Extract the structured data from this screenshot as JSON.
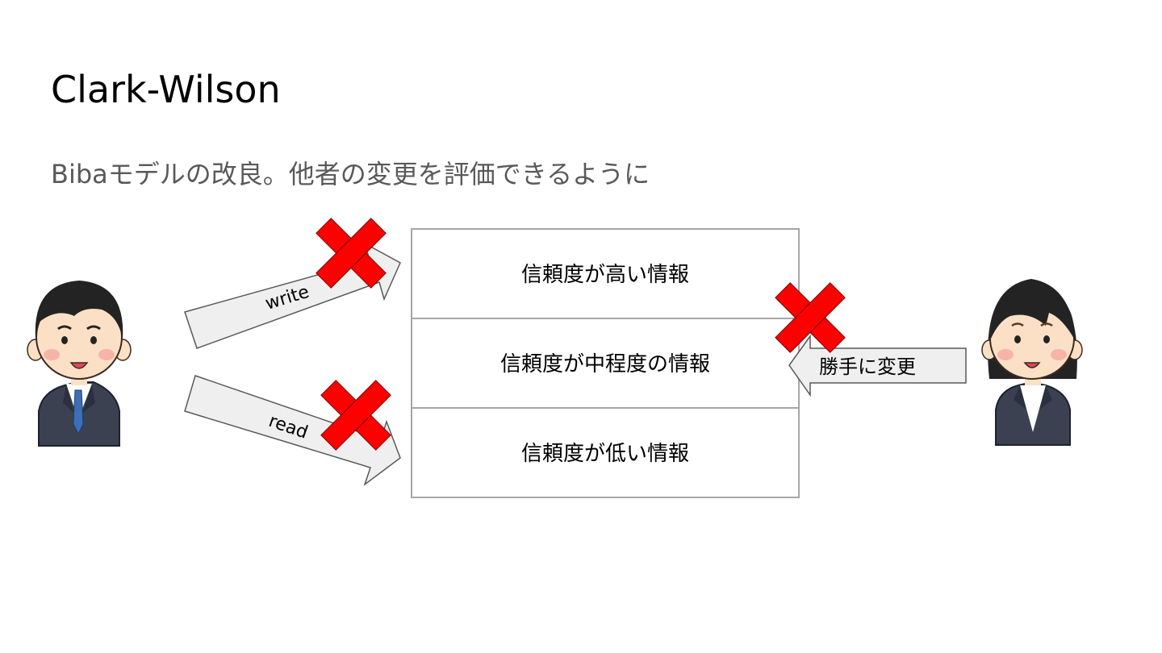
{
  "slide": {
    "title": "Clark-Wilson",
    "subtitle": "Bibaモデルの改良。他者の変更を評価できるように"
  },
  "diagram": {
    "levels": [
      {
        "label": "信頼度が高い情報"
      },
      {
        "label": "信頼度が中程度の情報"
      },
      {
        "label": "信頼度が低い情報"
      }
    ],
    "arrows": {
      "write_label": "write",
      "read_label": "read",
      "modify_label": "勝手に変更"
    },
    "colors": {
      "cross": "#ff0000",
      "arrow_fill": "#efefef",
      "box_border": "#a6a6a6",
      "suit": "#3b4150",
      "tie": "#3d6fb6",
      "skin": "#fbe0c6",
      "hair": "#232323"
    },
    "icons": {
      "left_person": "businessman-icon",
      "right_person": "businesswoman-icon",
      "cross": "red-x-icon"
    }
  }
}
